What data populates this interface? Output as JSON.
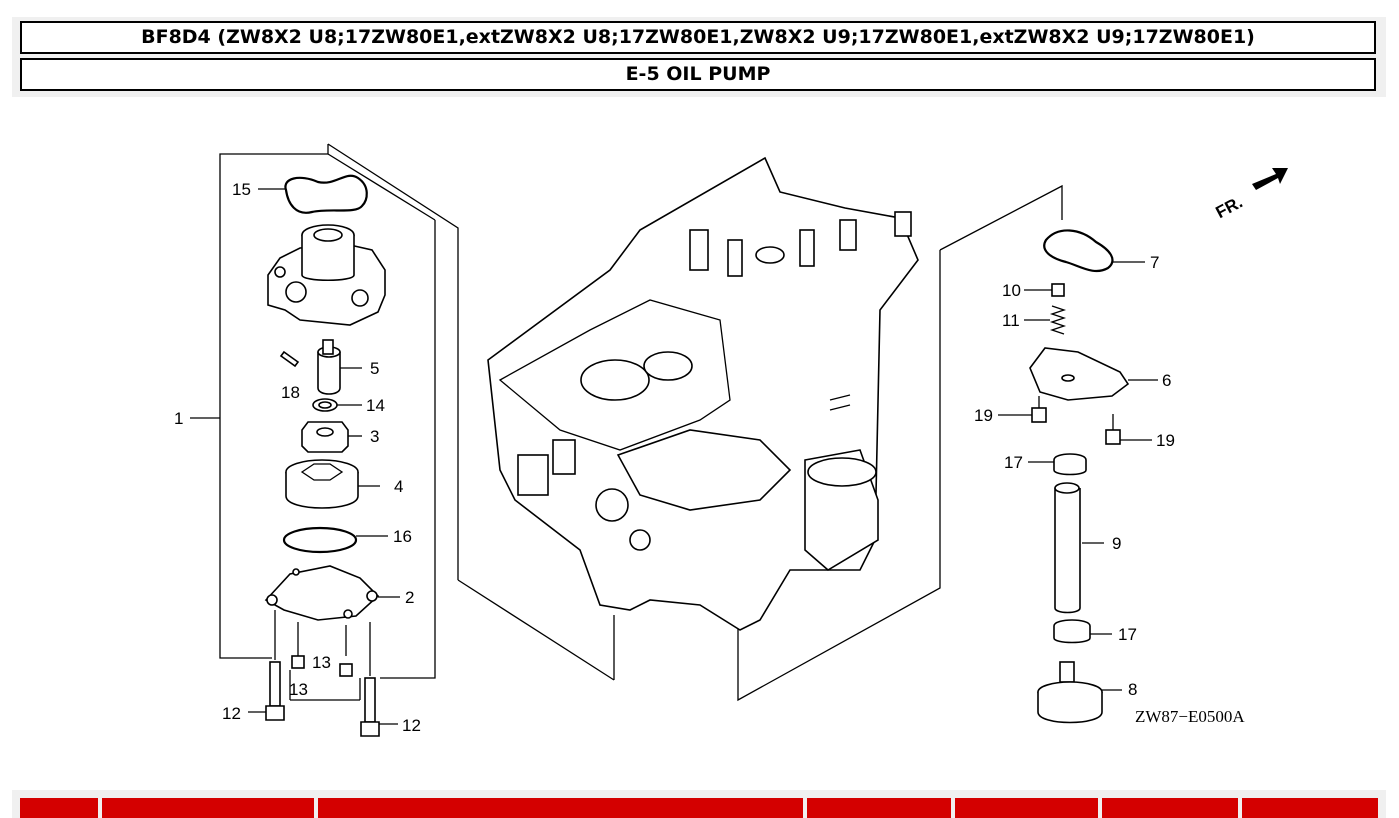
{
  "header": {
    "model": "BF8D4 (ZW8X2 U8;17ZW80E1,extZW8X2 U8;17ZW80E1,ZW8X2 U9;17ZW80E1,extZW8X2 U9;17ZW80E1)",
    "section": "E-5 OIL PUMP"
  },
  "diagram": {
    "callouts": [
      "1",
      "2",
      "3",
      "4",
      "5",
      "6",
      "7",
      "8",
      "9",
      "10",
      "11",
      "12",
      "12",
      "13",
      "13",
      "14",
      "15",
      "16",
      "17",
      "17",
      "18",
      "19",
      "19"
    ],
    "direction_label": "FR.",
    "drawing_code": "ZW87−E0500A"
  },
  "footer": {
    "accent": "#d40000"
  }
}
